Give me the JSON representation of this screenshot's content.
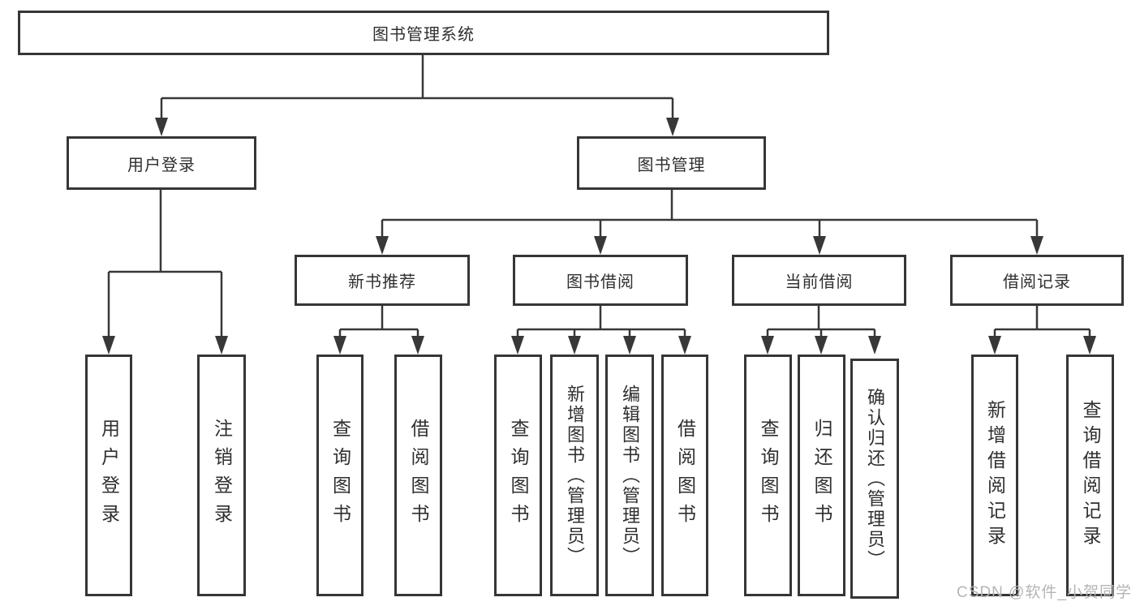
{
  "diagram": {
    "root": {
      "label": "图书管理系统"
    },
    "branches": [
      {
        "label": "用户登录",
        "children": [
          {
            "label": "用户登录"
          },
          {
            "label": "注销登录"
          }
        ]
      },
      {
        "label": "图书管理",
        "children": [
          {
            "label": "新书推荐",
            "children": [
              {
                "label": "查询图书"
              },
              {
                "label": "借阅图书"
              }
            ]
          },
          {
            "label": "图书借阅",
            "children": [
              {
                "label": "查询图书"
              },
              {
                "label": "新增图书（管理员）"
              },
              {
                "label": "编辑图书（管理员）"
              },
              {
                "label": "借阅图书"
              }
            ]
          },
          {
            "label": "当前借阅",
            "children": [
              {
                "label": "查询图书"
              },
              {
                "label": "归还图书"
              },
              {
                "label": "确认归还（管理员）"
              }
            ]
          },
          {
            "label": "借阅记录",
            "children": [
              {
                "label": "新增借阅记录"
              },
              {
                "label": "查询借阅记录"
              }
            ]
          }
        ]
      }
    ]
  },
  "watermark": {
    "text": "CSDN @软件_小贺同学"
  },
  "colors": {
    "line": "#383838",
    "text": "#2f2f2f",
    "watermark": "#b5b5b5"
  }
}
